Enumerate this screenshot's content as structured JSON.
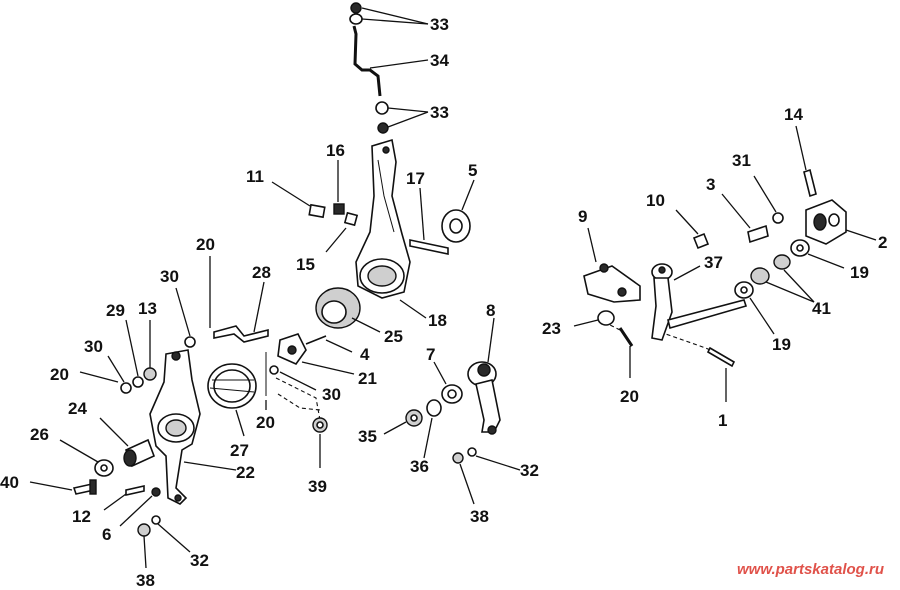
{
  "diagram": {
    "callouts": [
      "33",
      "34",
      "33",
      "14",
      "16",
      "5",
      "17",
      "11",
      "31",
      "3",
      "10",
      "9",
      "15",
      "2",
      "20",
      "37",
      "28",
      "30",
      "19",
      "41",
      "29",
      "13",
      "18",
      "25",
      "8",
      "23",
      "19",
      "4",
      "30",
      "7",
      "20",
      "21",
      "30",
      "1",
      "20",
      "24",
      "26",
      "20",
      "27",
      "22",
      "35",
      "36",
      "32",
      "39",
      "40",
      "12",
      "6",
      "38",
      "32",
      "38"
    ]
  },
  "watermark": "www.partskatalog.ru"
}
